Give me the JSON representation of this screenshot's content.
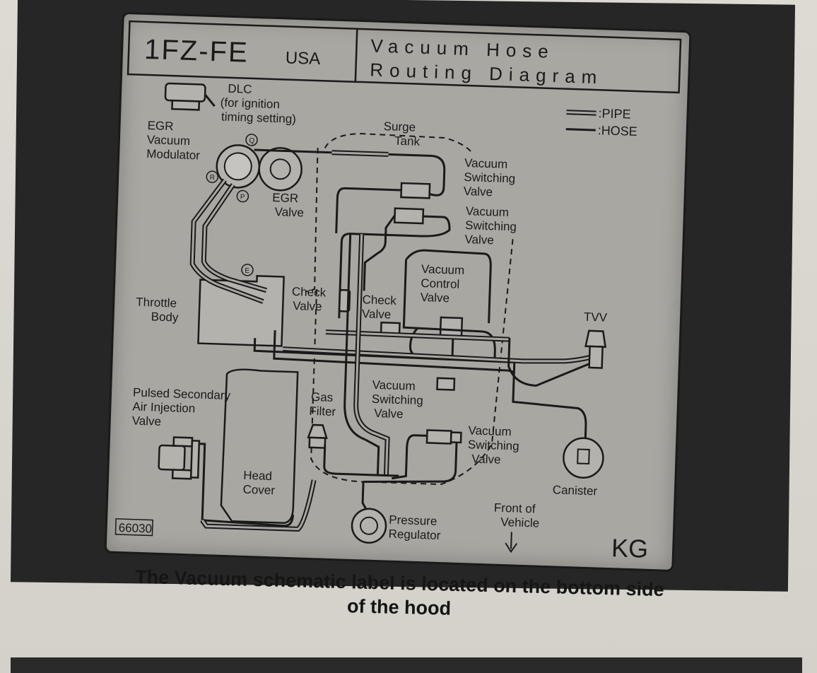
{
  "label": {
    "engine_model": "1FZ-FE",
    "region": "USA",
    "title_line1": "Vacuum Hose",
    "title_line2": "Routing Diagram",
    "legend": {
      "pipe": ":PIPE",
      "hose": ":HOSE"
    },
    "part_code": "66030",
    "mark": "KG",
    "components": {
      "dlc_1": "DLC",
      "dlc_2": "(for ignition",
      "dlc_3": "timing setting)",
      "egr_mod_1": "EGR",
      "egr_mod_2": "Vacuum",
      "egr_mod_3": "Modulator",
      "egr_valve_1": "EGR",
      "egr_valve_2": "Valve",
      "surge_1": "Surge",
      "surge_2": "Tank",
      "vsv1_1": "Vacuum",
      "vsv1_2": "Switching",
      "vsv1_3": "Valve",
      "vsv2_1": "Vacuum",
      "vsv2_2": "Switching",
      "vsv2_3": "Valve",
      "check1_1": "Check",
      "check1_2": "Valve",
      "check2_1": "Check",
      "check2_2": "Valve",
      "vcv_1": "Vacuum",
      "vcv_2": "Control",
      "vcv_3": "Valve",
      "throttle_1": "Throttle",
      "throttle_2": "Body",
      "tvv": "TVV",
      "vsv3_1": "Vacuum",
      "vsv3_2": "Switching",
      "vsv3_3": "Valve",
      "gas_1": "Gas",
      "gas_2": "Filter",
      "pair_1": "Pulsed Secondary",
      "pair_2": "Air Injection",
      "pair_3": "Valve",
      "vsv4_1": "Vacuum",
      "vsv4_2": "Switching",
      "vsv4_3": "Valve",
      "canister": "Canister",
      "head_1": "Head",
      "head_2": "Cover",
      "front_1": "Front of",
      "front_2": "Vehicle",
      "pressure_1": "Pressure",
      "pressure_2": "Regulator"
    },
    "port_marks": {
      "q": "Q",
      "r": "R",
      "p": "P",
      "e": "E"
    }
  },
  "caption": {
    "line1": "The Vacuum schematic label is located on the bottom side",
    "line2": "of the hood"
  }
}
